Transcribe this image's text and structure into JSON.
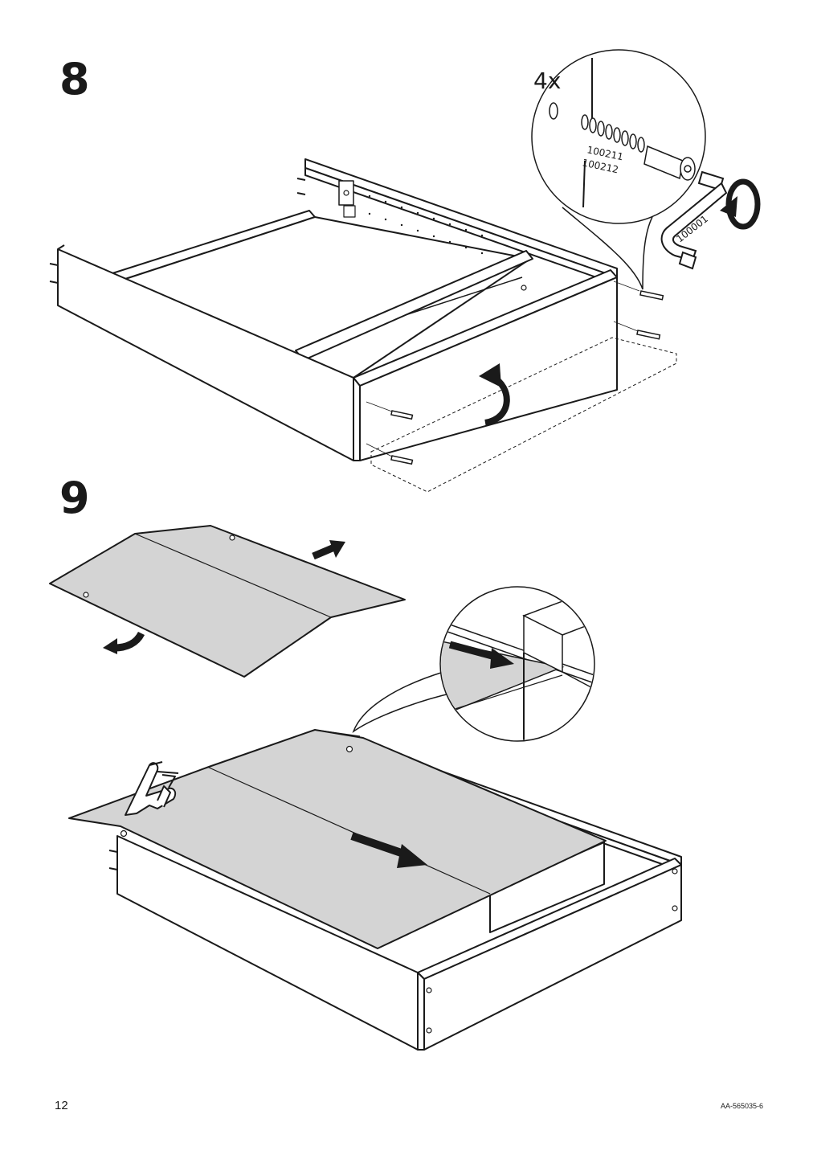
{
  "steps": [
    {
      "number": "8"
    },
    {
      "number": "9"
    }
  ],
  "detail_8": {
    "quantity": "4x",
    "part_numbers": [
      "100211",
      "100212"
    ],
    "tool_part_number": "100001"
  },
  "footer": {
    "page_number": "12",
    "document_code": "AA-565035-6"
  },
  "colors": {
    "line": "#1a1a1a",
    "panel_fill": "#d4d4d4",
    "background": "#ffffff"
  },
  "icons": [
    "rotate-arrow-icon",
    "push-arrow-icon",
    "slide-arrow-icon",
    "pointing-hand-icon",
    "allen-key-icon",
    "screw-icon"
  ]
}
